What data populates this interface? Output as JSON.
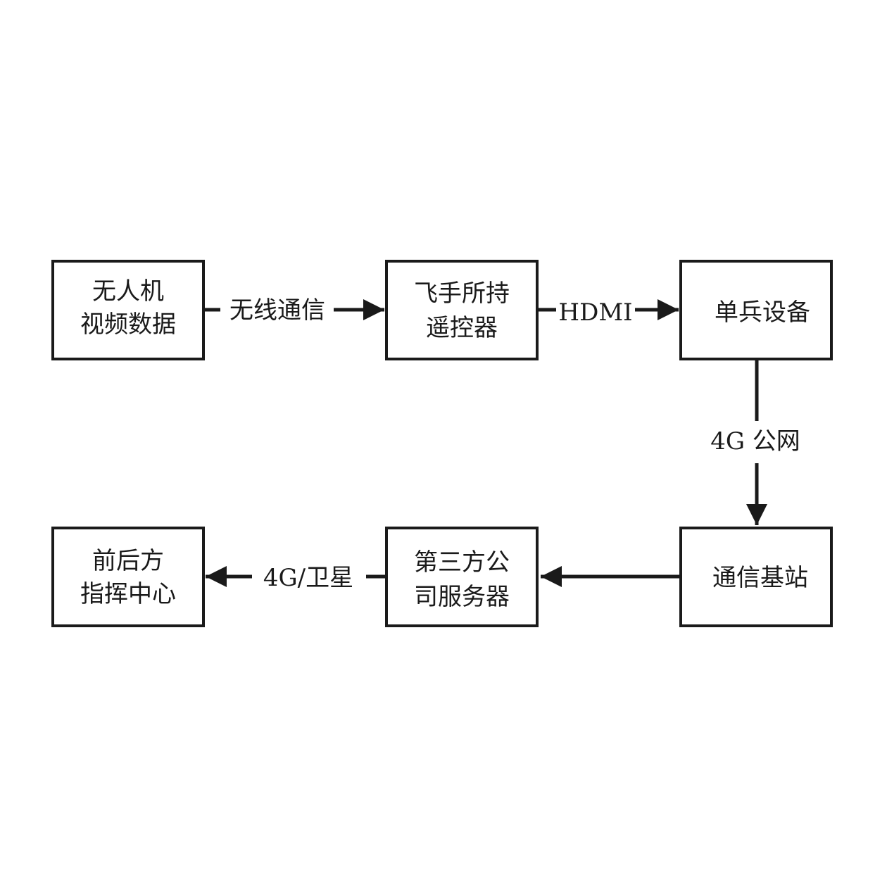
{
  "nodes": {
    "uav_video": {
      "lines": [
        "无人机",
        "视频数据"
      ]
    },
    "pilot_remote": {
      "lines": [
        "飞手所持",
        "遥控器"
      ]
    },
    "soldier_device": {
      "lines": [
        "单兵设备"
      ]
    },
    "comm_station": {
      "lines": [
        "通信基站"
      ]
    },
    "third_party_server": {
      "lines": [
        "第三方公",
        "司服务器"
      ]
    },
    "command_center": {
      "lines": [
        "前后方",
        "指挥中心"
      ]
    }
  },
  "edges": {
    "uav_to_remote": {
      "label": "无线通信"
    },
    "remote_to_soldier": {
      "label": "HDMI"
    },
    "soldier_to_station": {
      "label": "4G 公网"
    },
    "station_to_server": {
      "label": ""
    },
    "server_to_center": {
      "label": "4G/卫星"
    }
  },
  "colors": {
    "stroke": "#1a1a1a",
    "fill": "#ffffff",
    "text": "#1a1a1a"
  }
}
